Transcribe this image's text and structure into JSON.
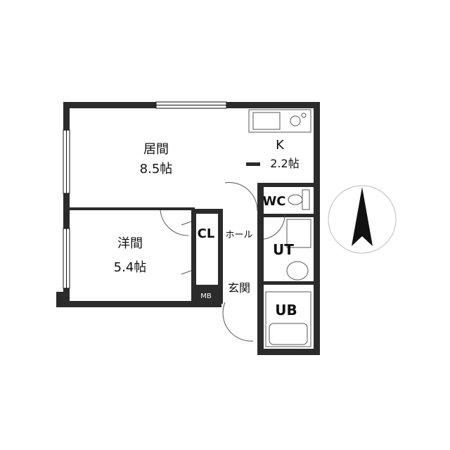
{
  "floor_plan": {
    "rooms": [
      {
        "id": "living",
        "name": "居間",
        "size": "8.5帖"
      },
      {
        "id": "western",
        "name": "洋間",
        "size": "5.4帖"
      },
      {
        "id": "kitchen",
        "name": "K",
        "size": "2.2帖"
      },
      {
        "id": "wc",
        "name": "WC"
      },
      {
        "id": "closet",
        "name": "CL"
      },
      {
        "id": "hall",
        "name": "ホール"
      },
      {
        "id": "utility",
        "name": "UT"
      },
      {
        "id": "entrance",
        "name": "玄関"
      },
      {
        "id": "bath",
        "name": "UB"
      },
      {
        "id": "meterbox",
        "name": "MB"
      }
    ],
    "compass": {
      "direction": "north",
      "icon": "north-arrow-icon"
    },
    "colors": {
      "wall": "#2b2b2b",
      "line": "#111111",
      "fixture": "#555555"
    }
  }
}
